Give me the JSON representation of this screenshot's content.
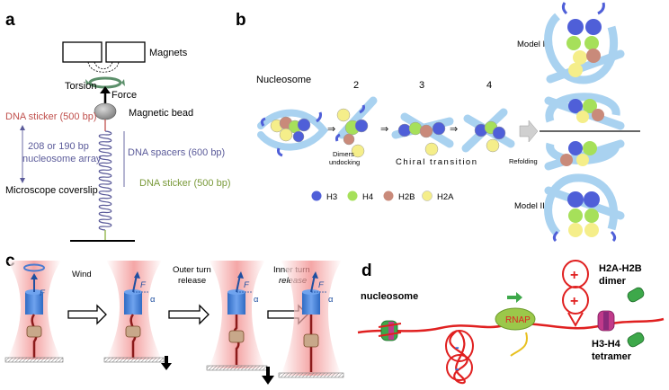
{
  "panels": {
    "a": {
      "letter": "a",
      "magnets": "Magnets",
      "torsion": "Torsion",
      "force": "Force",
      "magnetic_bead": "Magnetic bead",
      "dna_sticker_top": "DNA sticker (500 bp)",
      "array_line1": "208 or 190 bp",
      "array_line2": "nucleosome array",
      "dna_spacers": "DNA spacers (600 bp)",
      "microscope_coverslip": "Microscope coverslip",
      "dna_sticker_bottom": "DNA sticker (500 bp)",
      "colors": {
        "sticker_top": "#c0504d",
        "array": "#5b5b9a",
        "sticker_bottom": "#9bbb59"
      }
    },
    "b": {
      "letter": "b",
      "nucleosome": "Nucleosome",
      "step2": "2",
      "step3": "3",
      "step4": "4",
      "dimers_line1": "Dimers",
      "dimers_line2": "undocking",
      "chiral": "Chiral transition",
      "refolding": "Refolding",
      "model1": "Model I",
      "model2": "Model II",
      "legend": [
        {
          "label": "H3",
          "color": "#4f5fd8"
        },
        {
          "label": "H4",
          "color": "#a6e05a"
        },
        {
          "label": "H2B",
          "color": "#c98a7a"
        },
        {
          "label": "H2A",
          "color": "#f5ee8a"
        }
      ]
    },
    "c": {
      "letter": "c",
      "wind": "Wind",
      "outer_line1": "Outer turn",
      "outer_line2": "release",
      "inner_line1": "Inner turn",
      "inner_line2": "release",
      "force_symbol": "F",
      "alpha_symbol": "α"
    },
    "d": {
      "letter": "d",
      "nucleosome": "nucleosome",
      "rnap": "RNAP",
      "plus": "+",
      "minus": "-",
      "dimer_line1": "H2A-H2B",
      "dimer_line2": "dimer",
      "tetramer_line1": "H3-H4",
      "tetramer_line2": "tetramer"
    }
  }
}
